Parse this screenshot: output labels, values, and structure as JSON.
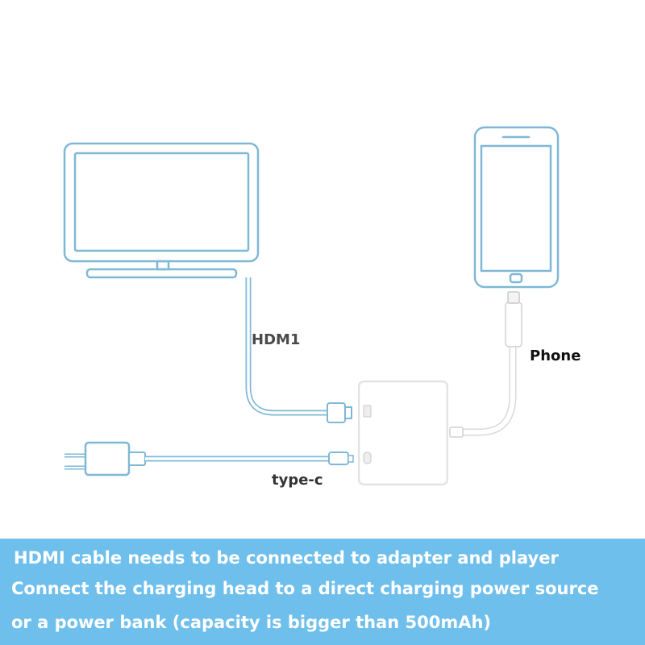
{
  "labels": {
    "hdmi": "HDM1",
    "phone": "Phone",
    "typec": "type-c"
  },
  "banner": {
    "lines": [
      "HDMI cable needs to be connected to adapter and player",
      "Connect the charging head to a direct charging power source",
      "or a power bank (capacity is bigger than 500mAh)"
    ]
  },
  "colors": {
    "outline": "#7fb8d6",
    "banner_bg": "#6fbfed",
    "banner_text": "#ffffff",
    "cable": "#e4e4e4"
  }
}
